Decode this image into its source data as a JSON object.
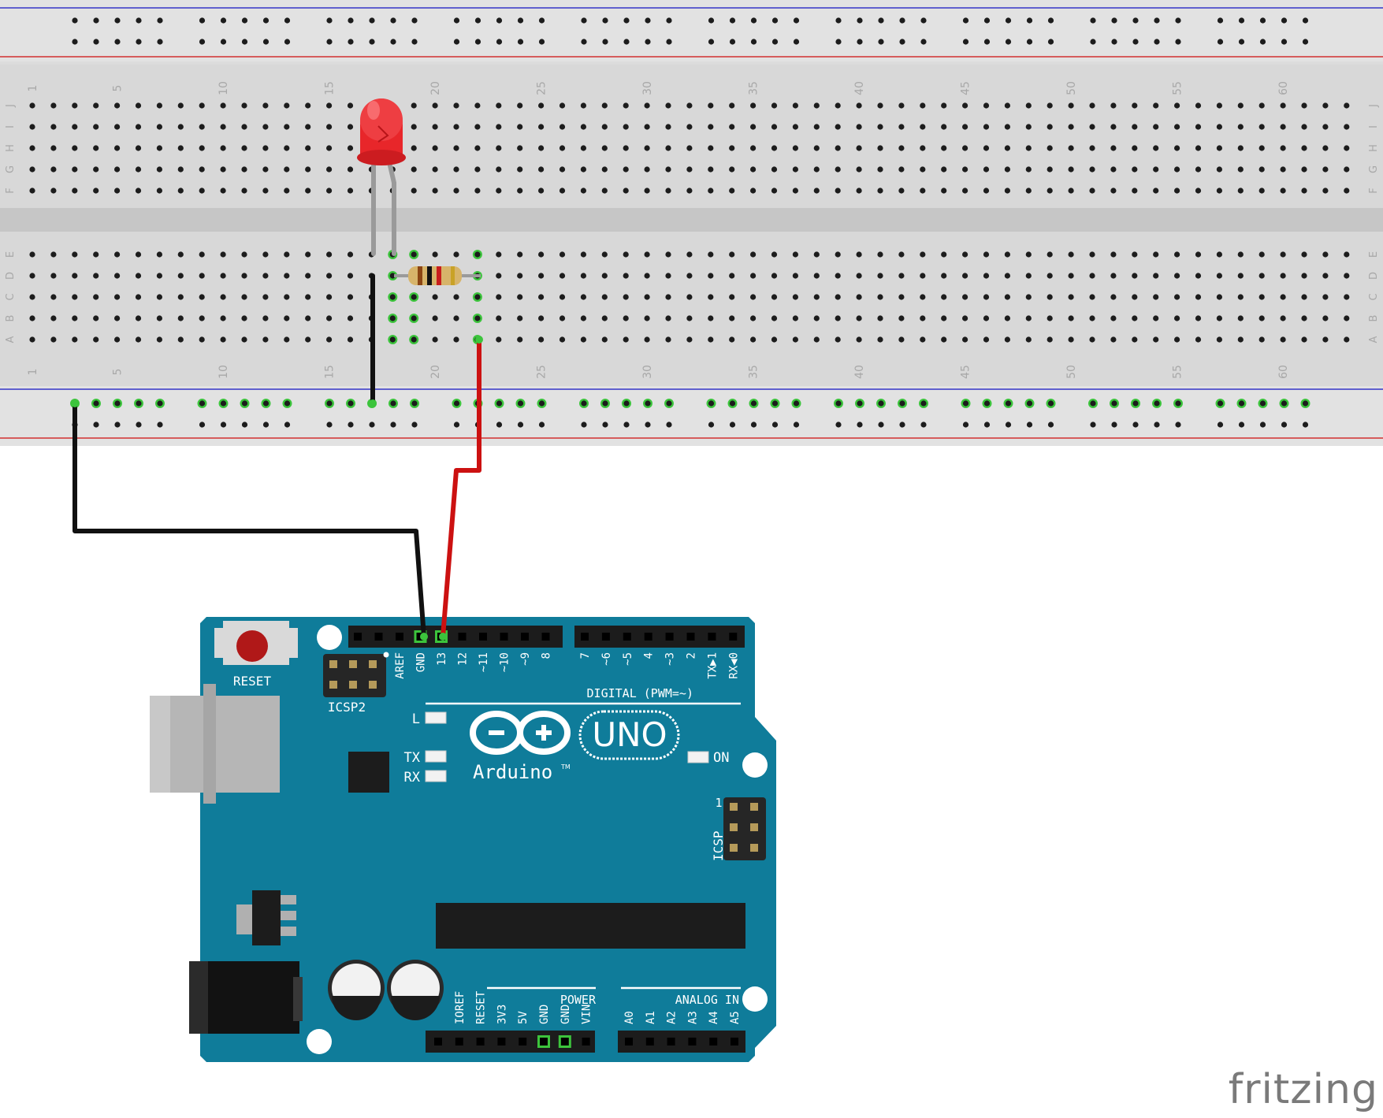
{
  "breadboard": {
    "column_numbers": [
      "1",
      "5",
      "10",
      "15",
      "20",
      "25",
      "30",
      "35",
      "40",
      "45",
      "50",
      "55",
      "60"
    ],
    "top_row_letters": [
      "J",
      "I",
      "H",
      "G",
      "F"
    ],
    "bottom_row_letters": [
      "E",
      "D",
      "C",
      "B",
      "A"
    ]
  },
  "arduino": {
    "reset_label": "RESET",
    "icsp2_label": "ICSP2",
    "icsp_label": "ICSP",
    "icsp_pin1_label": "1",
    "digital_section_label": "DIGITAL (PWM=~)",
    "digital_pins_left": [
      "AREF",
      "GND",
      "13",
      "12",
      "~11",
      "~10",
      "~9",
      "8"
    ],
    "digital_pins_right": [
      "7",
      "~6",
      "~5",
      "4",
      "~3",
      "2",
      "TX▶1",
      "RX◀0"
    ],
    "led_l_label": "L",
    "led_tx_label": "TX",
    "led_rx_label": "RX",
    "on_label": "ON",
    "logo_text": "Arduino",
    "logo_tm": "TM",
    "model_label": "UNO",
    "power_section_label": "POWER",
    "power_pins": [
      "IOREF",
      "RESET",
      "3V3",
      "5V",
      "GND",
      "GND",
      "VIN"
    ],
    "analog_section_label": "ANALOG IN",
    "analog_pins": [
      "A0",
      "A1",
      "A2",
      "A3",
      "A4",
      "A5"
    ]
  },
  "watermark": "fritzing",
  "colors": {
    "board_blue": "#0f7c9a",
    "breadboard_gray": "#dcdcdc",
    "wire_red": "#cc1111",
    "wire_black": "#111111",
    "led_red": "#e8262a",
    "active_hole": "#3cc43c"
  }
}
